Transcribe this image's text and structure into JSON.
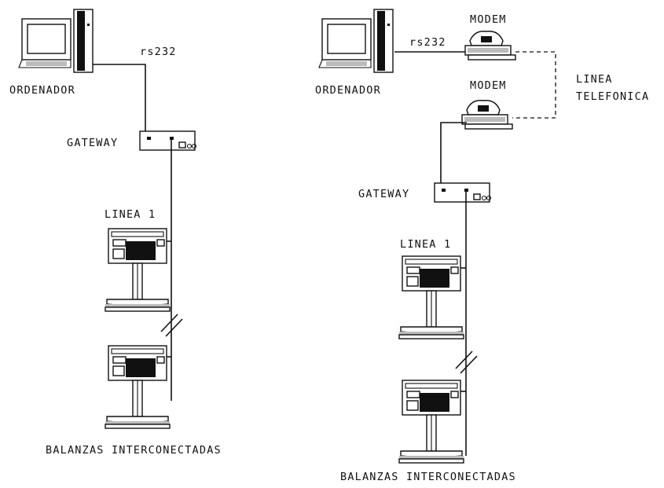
{
  "left_diagram": {
    "rs232": "rs232",
    "ordenador": "ORDENADOR",
    "gateway": "GATEWAY",
    "linea1": "LINEA 1",
    "balanzas": "BALANZAS INTERCONECTADAS"
  },
  "right_diagram": {
    "rs232": "rs232",
    "modem_top": "MODEM",
    "modem_bottom": "MODEM",
    "ordenador": "ORDENADOR",
    "linea_telefonica_1": "LINEA",
    "linea_telefonica_2": "TELEFONICA",
    "gateway": "GATEWAY",
    "linea1": "LINEA 1",
    "balanzas": "BALANZAS INTERCONECTADAS"
  },
  "icons": [
    "computer-icon",
    "modem-icon",
    "gateway-icon",
    "scale-icon",
    "line-break-icon"
  ]
}
